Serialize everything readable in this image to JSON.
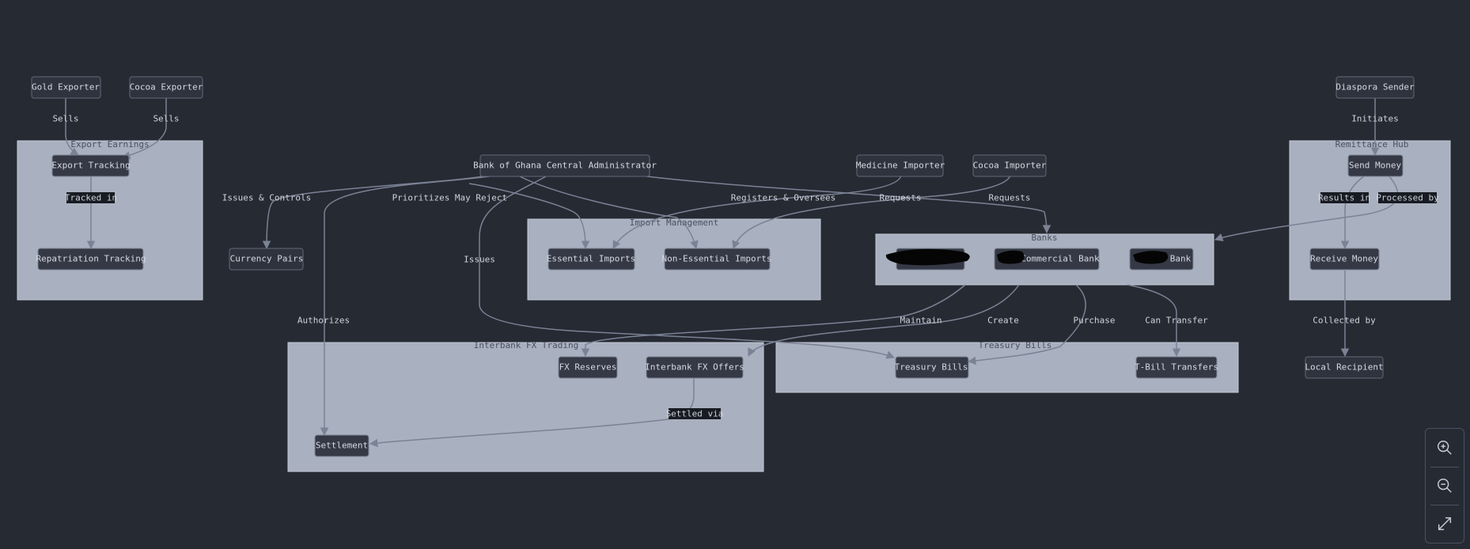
{
  "clusters": {
    "export_earnings": "Export Earnings",
    "import_management": "Import Management",
    "banks": "Banks",
    "remittance_hub": "Remittance Hub",
    "interbank_fx_trading": "Interbank FX Trading",
    "treasury_bills": "Treasury Bills"
  },
  "nodes": {
    "gold_exporter": "Gold Exporter",
    "cocoa_exporter": "Cocoa Exporter",
    "export_tracking": "Export Tracking",
    "repatriation_tracking": "Repatriation Tracking",
    "bog_admin": "Bank of Ghana Central Administrator",
    "currency_pairs": "Currency Pairs",
    "medicine_importer": "Medicine Importer",
    "cocoa_importer": "Cocoa Importer",
    "essential_imports": "Essential Imports",
    "non_essential_imports": "Non-Essential Imports",
    "bank_a": "",
    "commercial_bank": "Commercial Bank",
    "bank_c": "Bank",
    "diaspora_sender": "Diaspora Sender",
    "send_money": "Send Money",
    "receive_money": "Receive Money",
    "local_recipient": "Local Recipient",
    "fx_reserves": "FX Reserves",
    "interbank_fx_offers": "Interbank FX Offers",
    "settlement": "Settlement",
    "treasury_bills_node": "Treasury Bills",
    "tbill_transfers": "T-Bill Transfers"
  },
  "edges": {
    "sells_gold": "Sells",
    "sells_cocoa": "Sells",
    "tracked_in": "Tracked in",
    "issues_controls": "Issues & Controls",
    "prioritizes": "Prioritizes",
    "may_reject": "May Reject",
    "issues": "Issues",
    "authorizes": "Authorizes",
    "registers_oversees": "Registers & Oversees",
    "requests_medicine": "Requests",
    "requests_cocoa": "Requests",
    "initiates": "Initiates",
    "results_in": "Results in",
    "processed_by": "Processed by",
    "collected_by": "Collected by",
    "maintain": "Maintain",
    "create": "Create",
    "purchase": "Purchase",
    "can_transfer": "Can Transfer",
    "settled_via": "Settled via"
  },
  "controls": {
    "zoom_in": "zoom-in-icon",
    "zoom_out": "zoom-out-icon",
    "fit": "expand-icon"
  }
}
